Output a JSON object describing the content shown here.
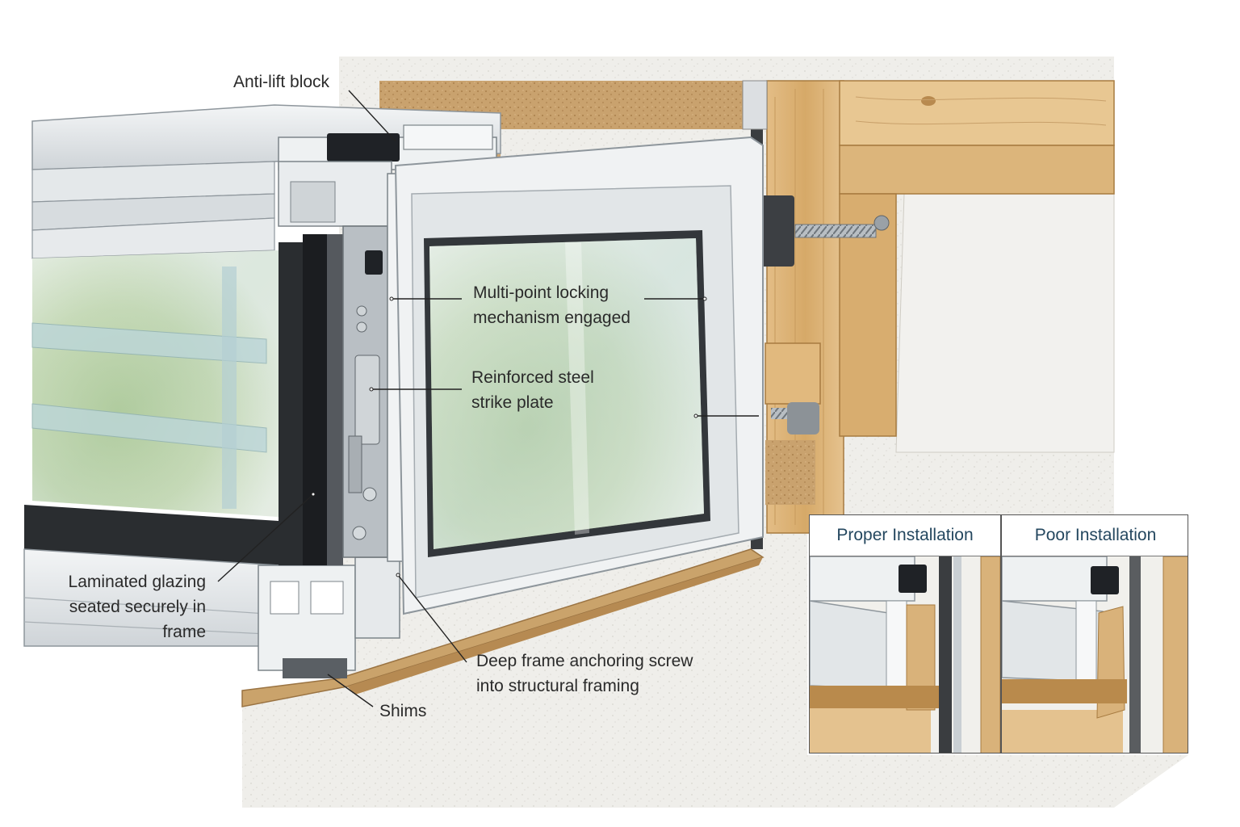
{
  "labels": {
    "anti_lift": "Anti-lift block",
    "locking": [
      "Multi-point locking",
      "mechanism engaged"
    ],
    "strike": [
      "Reinforced steel",
      "strike plate"
    ],
    "glazing": [
      "Laminated glazing",
      "seated securely in",
      "frame"
    ],
    "screw": [
      "Deep frame anchoring screw",
      "into structural framing"
    ],
    "shims": "Shims"
  },
  "inset": {
    "left_title": "Proper Installation",
    "right_title": "Poor Installation"
  },
  "colors": {
    "aluminum": "#d9dde0",
    "aluminum_dark": "#9aa2a8",
    "wood": "#d9b27a",
    "wood_dark": "#b98a4c",
    "plaster": "#ecebe7",
    "glass": "#cfe1e6",
    "foliage": "#8fb36a",
    "lock_black": "#1f2226",
    "title_blue": "#24475f"
  }
}
